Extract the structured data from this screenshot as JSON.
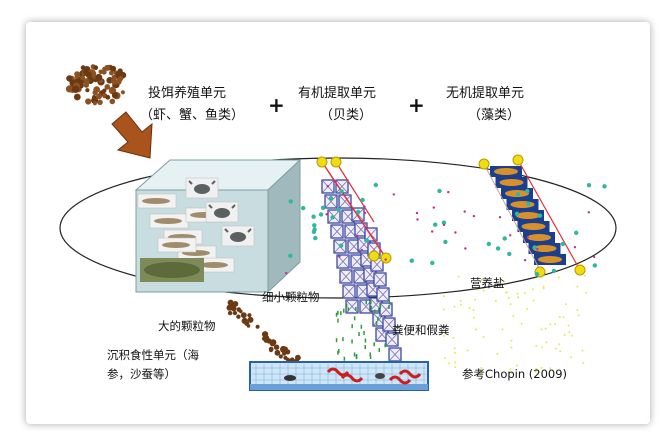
{
  "units": {
    "fed": {
      "title": "投饵养殖单元",
      "sub": "（虾、蟹、鱼类）"
    },
    "organic": {
      "title": "有机提取单元",
      "sub": "（贝类）"
    },
    "inorganic": {
      "title": "无机提取单元",
      "sub": "（藻类）"
    },
    "deposit": {
      "line1": "沉积食性单元（海",
      "line2": "参，沙蚕等）"
    }
  },
  "operators": {
    "plus": "+"
  },
  "flows": {
    "fine_particles": "细小颗粒物",
    "large_particles": "大的颗粒物",
    "nutrients": "营养盐",
    "feces": "粪便和假粪"
  },
  "citation": "参考Chopin (2009)",
  "colors": {
    "feed_brown": "#6b3a12",
    "arrow": "#a9531d",
    "tank": "#c7dde0",
    "tank_top": "#e6f1f3",
    "tank_side": "#9fb9bd",
    "dots_teal": "#2fb89a",
    "dots_magenta": "#c0308c",
    "dots_yellow": "#e8e85a",
    "dots_green": "#2a9d3a",
    "line_red": "#e0303a",
    "joint_yellow": "#f0dc10",
    "net_blue": "#2b3a9a",
    "seaweed_blue": "#1b3f8f",
    "seaweed_orange": "#d8902a",
    "tray_blue": "#2a5fb0",
    "worm_red": "#cc1e1e"
  }
}
